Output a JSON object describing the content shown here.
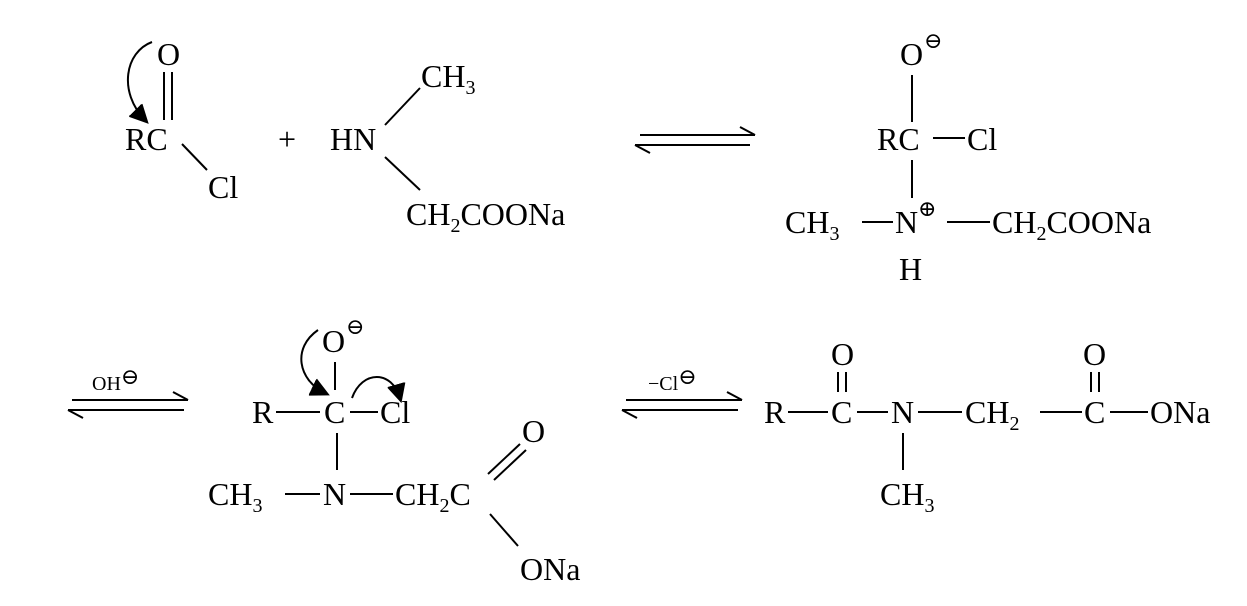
{
  "reactant_acyl_chloride": {
    "rc": "RC",
    "o": "O",
    "cl": "Cl"
  },
  "plus": "+",
  "reactant_sarcosinate": {
    "hn": "HN",
    "ch3": {
      "base": "CH",
      "sub": "3"
    },
    "ch2coona": {
      "c": "CH",
      "sub": "2",
      "rest": "COONa"
    }
  },
  "intermediate_1": {
    "o": "O",
    "o_charge": "⊖",
    "rc": "RC",
    "cl": "Cl",
    "ch3": {
      "base": "CH",
      "sub": "3"
    },
    "n": "N",
    "n_charge": "⊕",
    "ch2coona": {
      "c": "CH",
      "sub": "2",
      "rest": "COONa"
    },
    "h": "H"
  },
  "arrow_2": {
    "reagent_base": "OH",
    "reagent_charge": "⊖"
  },
  "intermediate_2": {
    "o": "O",
    "o_charge": "⊖",
    "r": "R",
    "c": "C",
    "cl": "Cl",
    "carbonyl_o": "O",
    "ch3": {
      "base": "CH",
      "sub": "3"
    },
    "n": "N",
    "ch2c": {
      "c": "CH",
      "sub": "2",
      "rest": "C"
    },
    "ona": "ONa"
  },
  "arrow_3": {
    "reagent_base": "−Cl",
    "reagent_charge": "⊖"
  },
  "product": {
    "o1": "O",
    "o2": "O",
    "r": "R",
    "c1": "C",
    "n": "N",
    "ch2": {
      "base": "CH",
      "sub": "2"
    },
    "c2": "C",
    "ona": "ONa",
    "ch3": {
      "base": "CH",
      "sub": "3"
    }
  }
}
